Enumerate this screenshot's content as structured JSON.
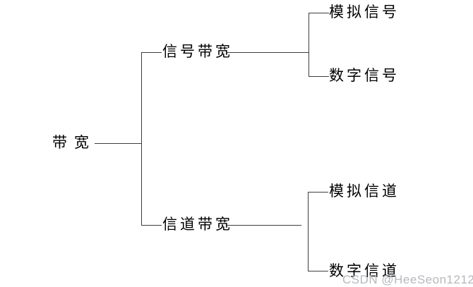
{
  "diagram": {
    "title": "bandwidth-classification-tree",
    "root": {
      "label": "带宽"
    },
    "branches": [
      {
        "label": "信号带宽",
        "children": [
          {
            "label": "模拟信号"
          },
          {
            "label": "数字信号"
          }
        ]
      },
      {
        "label": "信道带宽",
        "children": [
          {
            "label": "模拟信道"
          },
          {
            "label": "数字信道"
          }
        ]
      }
    ]
  },
  "watermark": {
    "text": "CSDN @HeeSeon1212"
  },
  "colors": {
    "background": "#ffffff",
    "line": "#3d3d3d",
    "text": "#000000",
    "watermark": "#b5b8bc"
  }
}
